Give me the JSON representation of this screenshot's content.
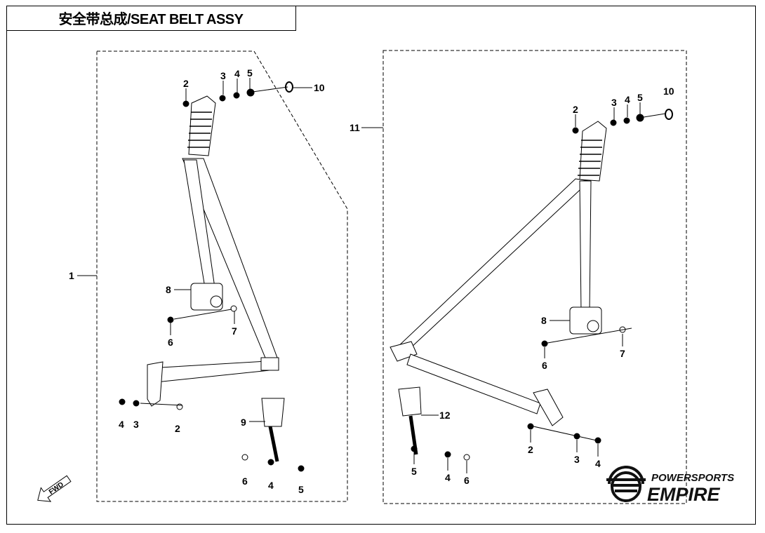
{
  "title": "安全带总成/SEAT BELT ASSY",
  "watermark": "POWERSPORTS EMPIRE",
  "logo": {
    "line1": "POWERSPORTS",
    "line2": "EMPIRE"
  },
  "fwd_label": "FWD",
  "left_assembly": {
    "assembly_number": "1",
    "callouts": [
      "2",
      "3",
      "4",
      "5",
      "10",
      "8",
      "6",
      "7",
      "4",
      "3",
      "2",
      "9",
      "6",
      "4",
      "5"
    ]
  },
  "right_assembly": {
    "assembly_number": "11",
    "callouts": [
      "2",
      "3",
      "4",
      "5",
      "10",
      "8",
      "6",
      "7",
      "12",
      "5",
      "4",
      "6",
      "2",
      "3",
      "4"
    ]
  }
}
